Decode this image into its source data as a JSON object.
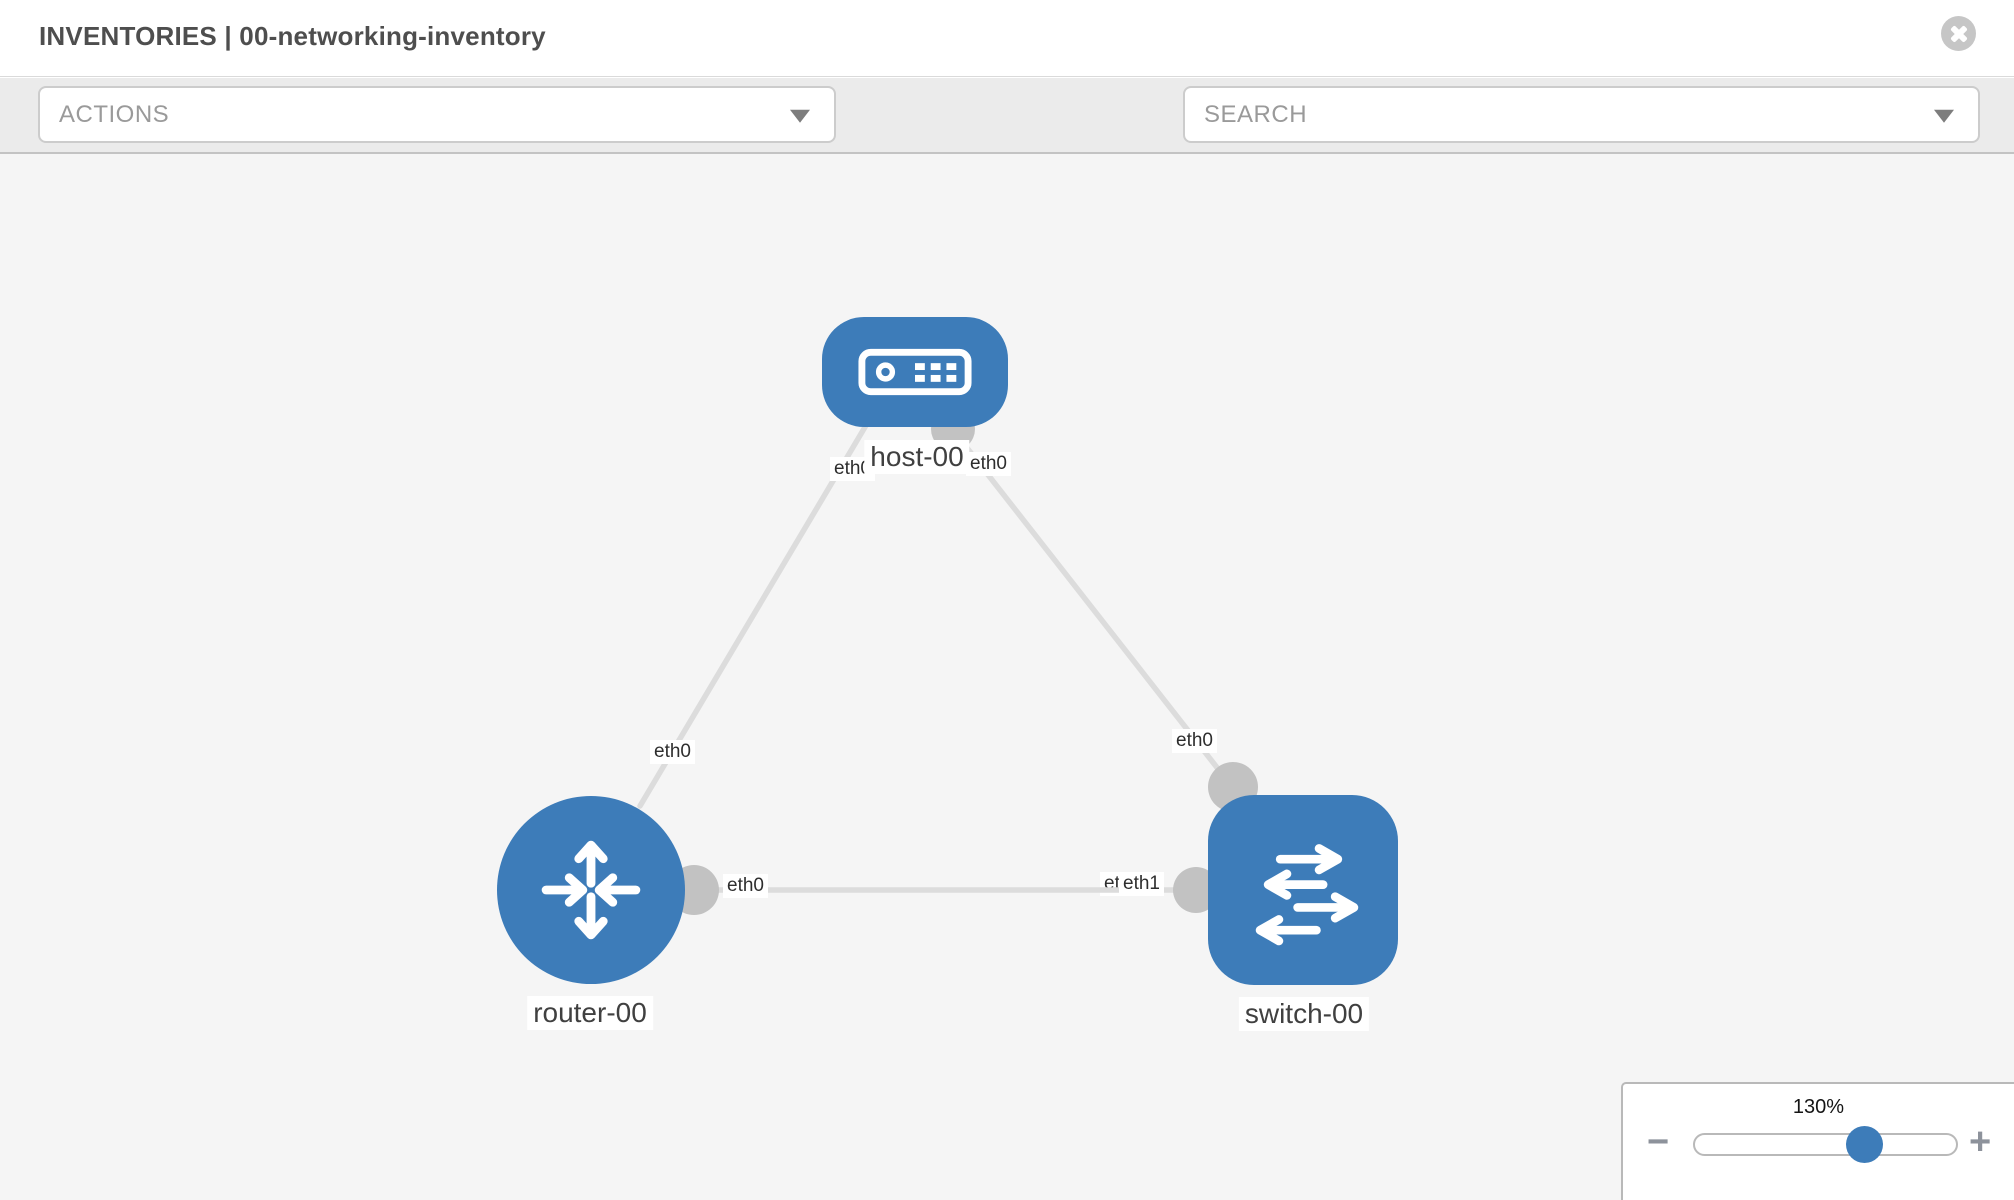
{
  "window": {
    "title": "INVENTORIES | 00-networking-inventory"
  },
  "toolbar": {
    "actions_label": "ACTIONS",
    "search_placeholder": "SEARCH",
    "wrench_icon": "wrench",
    "key_icon": "key"
  },
  "diagram": {
    "nodes": [
      {
        "label": "host-00",
        "type": "host"
      },
      {
        "label": "router-00",
        "type": "router"
      },
      {
        "label": "switch-00",
        "type": "switch"
      }
    ],
    "edges": [
      {
        "from": "host-00",
        "to": "router-00",
        "from_iface": "eth0",
        "to_iface": "eth0"
      },
      {
        "from": "host-00",
        "to": "switch-00",
        "from_iface": "eth0",
        "to_iface": "eth0"
      },
      {
        "from": "router-00",
        "to": "switch-00",
        "from_iface": "eth0",
        "to_iface": "eth1",
        "overlapping_iface": "eth0"
      }
    ]
  },
  "zoom_panel": {
    "level": "130%",
    "minus_label": "−",
    "plus_label": "+"
  },
  "colors": {
    "node_blue": "#3d7cb9",
    "connector_gray": "#c2c2c2",
    "edge_gray": "#dcdcdc",
    "canvas_bg": "#f5f5f5",
    "toolbar_bg": "#ebebeb"
  }
}
